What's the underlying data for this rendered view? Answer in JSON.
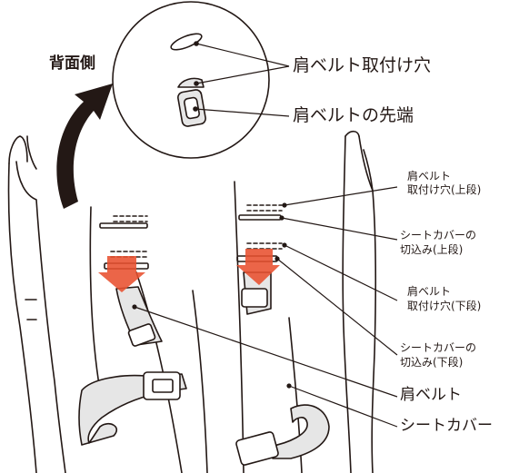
{
  "labels": {
    "back_side": "背面側",
    "belt_hole": "肩ベルト取付け穴",
    "belt_tip": "肩ベルトの先端",
    "upper_hole_1": "肩ベルト",
    "upper_hole_2": "取付け穴(上段)",
    "upper_cut_1": "シートカバーの",
    "upper_cut_2": "切込み(上段)",
    "lower_hole_1": "肩ベルト",
    "lower_hole_2": "取付け穴(下段)",
    "lower_cut_1": "シートカバーの",
    "lower_cut_2": "切込み(下段)",
    "shoulder_belt": "肩ベルト",
    "seat_cover": "シートカバー"
  },
  "colors": {
    "arrow_red": "#e8502f",
    "line": "#231815",
    "belt_fill": "#e6e6e6"
  }
}
